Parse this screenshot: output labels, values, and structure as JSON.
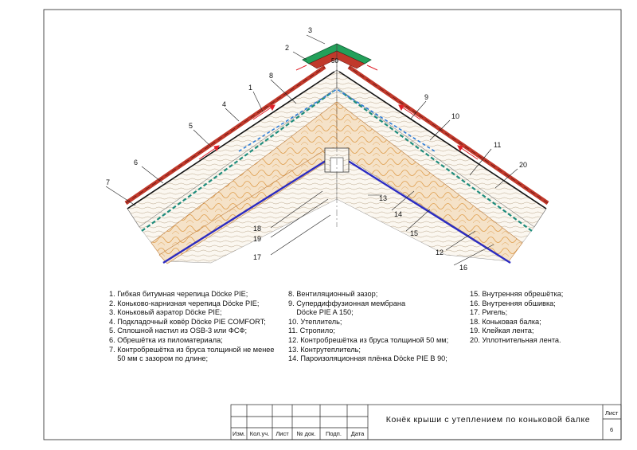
{
  "colors": {
    "shingle": "#c0392b",
    "underlay": "#1a1a1a",
    "membrane": "#1e8c7c",
    "vapor": "#2b2bc2",
    "insulation": "#f2dcc0",
    "batten": "#e8a24a",
    "aerator": "#23a05a",
    "ventilation": "#e0202a"
  },
  "callouts": [
    "1",
    "2",
    "3",
    "4",
    "5",
    "6",
    "7",
    "8",
    "9",
    "10",
    "11",
    "12",
    "13",
    "14",
    "15",
    "16",
    "17",
    "18",
    "19",
    "20"
  ],
  "dimension": "50",
  "legend": {
    "col1": [
      "1. Гибкая битумная черепица Döcke PIE;",
      "2. Коньково-карнизная черепица Döcke PIE;",
      "3. Коньковый аэратор Döcke PIE;",
      "4. Подкладочный ковёр Döcke PIE COMFORT;",
      "5. Сплошной настил из OSB-3 или ФСФ;",
      "6. Обрешётка из пиломатериала;",
      "7. Контробрешётка из бруса толщиной не менее",
      "    50 мм с зазором по длине;"
    ],
    "col2": [
      "8. Вентиляционный зазор;",
      "9. Супердиффузионная мембрана",
      "    Döcke PIE A 150;",
      "10. Утеплитель;",
      "11. Стропило;",
      "12. Контробрешётка из бруса толщиной 50 мм;",
      "13. Контрутеплитель;",
      "14. Пароизоляционная плёнка Döcke PIE B 90;"
    ],
    "col3": [
      "15. Внутренняя обрешётка;",
      "16. Внутренняя обшивка;",
      "17. Ригель;",
      "18. Коньковая балка;",
      "19. Клейкая лента;",
      "20. Уплотнительная лента."
    ]
  },
  "title_block": {
    "title": "Конёк крыши с утеплением по коньковой балке",
    "sheet_label": "Лист",
    "sheet_number": "6",
    "columns": [
      "Изм.",
      "Кол.уч.",
      "Лист",
      "№ док.",
      "Подп.",
      "Дата"
    ]
  }
}
